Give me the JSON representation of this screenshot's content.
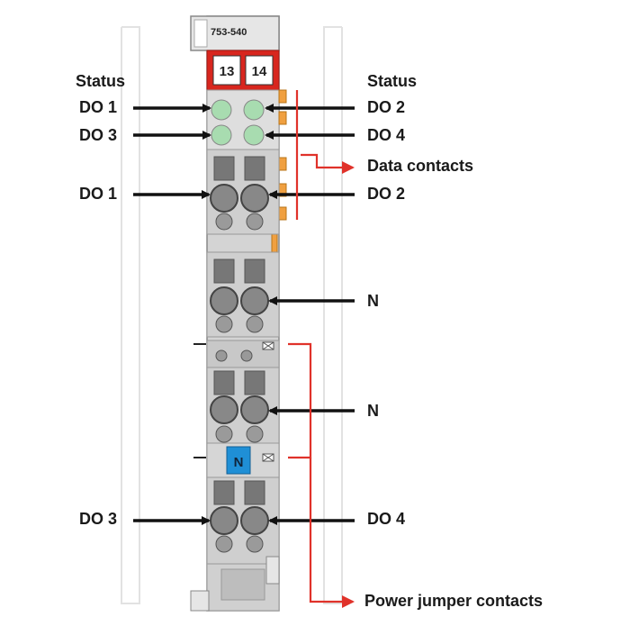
{
  "module": {
    "part_number": "753-540",
    "channel_left": "13",
    "channel_right": "14",
    "potential_label": "N"
  },
  "labels": {
    "status_left": "Status",
    "status_right": "Status",
    "do1_led": "DO 1",
    "do3_led": "DO 3",
    "do2_led": "DO 2",
    "do4_led": "DO 4",
    "data_contacts": "Data contacts",
    "do1_terminal": "DO 1",
    "do2_terminal": "DO 2",
    "n_terminal_1": "N",
    "n_terminal_2": "N",
    "do3_terminal": "DO 3",
    "do4_terminal": "DO 4",
    "power_jumper_contacts": "Power jumper contacts"
  },
  "colors": {
    "housing": "#d4d4d4",
    "housing_dark": "#b9b9b9",
    "header_red": "#d8261e",
    "led_green": "#a8dcb0",
    "data_contact_orange": "#f0a040",
    "potential_blue": "#1f8fd6",
    "arrow_black": "#111111",
    "callout_red": "#e0322a"
  }
}
